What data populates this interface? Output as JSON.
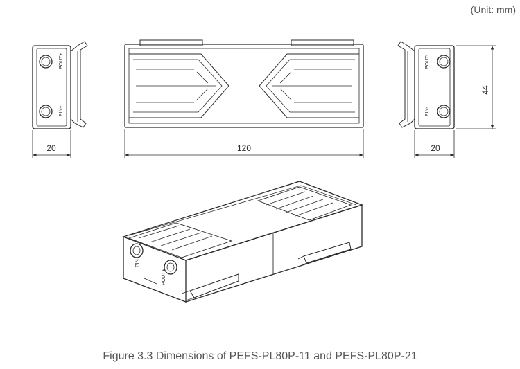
{
  "unit_label": "(Unit: mm)",
  "caption": "Figure 3.3 Dimensions of PEFS-PL80P-11 and PEFS-PL80P-21",
  "dimensions": {
    "left_width": "20",
    "front_length": "120",
    "right_width": "20",
    "height": "44"
  },
  "port_labels": {
    "pout_plus": "POUT+",
    "pin_plus": "PIN+",
    "pout_minus": "POUT-",
    "pin_minus": "PIN-"
  },
  "colors": {
    "line": "#2b2b2b",
    "text": "#555555"
  }
}
